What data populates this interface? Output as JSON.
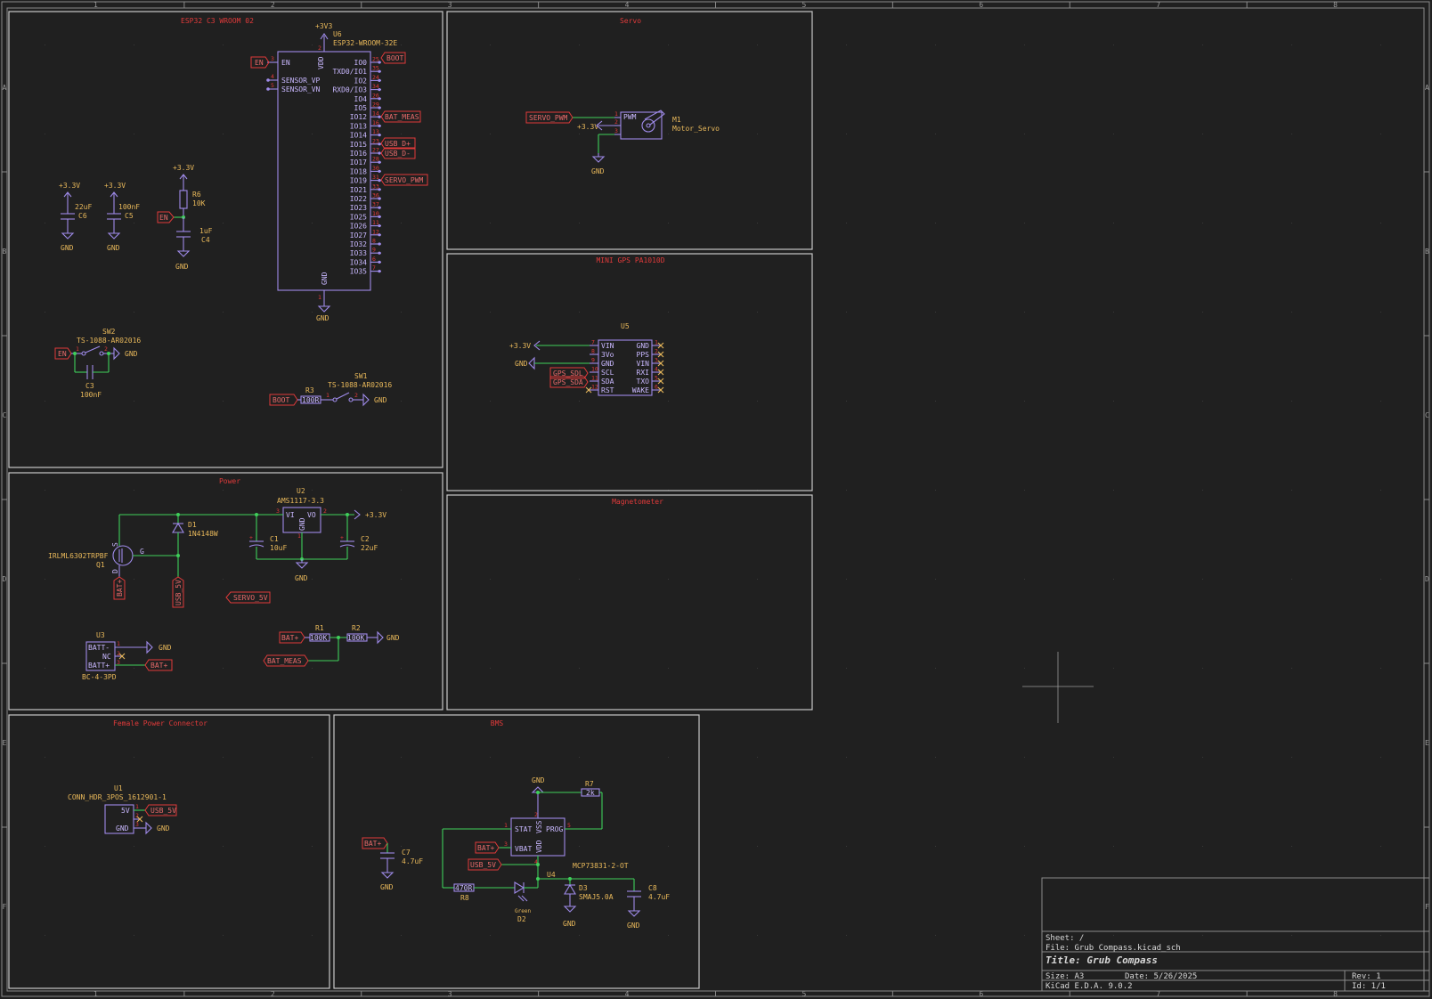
{
  "sheets": [
    {
      "title": "ESP32 C3 WROOM 02"
    },
    {
      "title": "Servo"
    },
    {
      "title": "MINI GPS PA1010D"
    },
    {
      "title": "Power"
    },
    {
      "title": "Magnetometer"
    },
    {
      "title": "Female Power Connector"
    },
    {
      "title": "BMS"
    }
  ],
  "frame": {
    "columns": [
      "1",
      "2",
      "3",
      "4",
      "5",
      "6",
      "7",
      "8"
    ],
    "rows": [
      "A",
      "B",
      "C",
      "D",
      "E",
      "F"
    ]
  },
  "esp32": {
    "ref": "U6",
    "value": "ESP32-WROOM-32E",
    "power": "+3V3",
    "gnd": "GND",
    "left_pins": [
      {
        "name": "EN",
        "num": "3"
      },
      {
        "name": "SENSOR_VP",
        "num": "4"
      },
      {
        "name": "SENSOR_VN",
        "num": "5"
      }
    ],
    "top_pin": {
      "name": "VDD",
      "num": "2"
    },
    "bottom_pin": {
      "name": "GND",
      "num": "1"
    },
    "right_pins": [
      {
        "name": "IO0",
        "num": "25"
      },
      {
        "name": "TXD0/IO1",
        "num": "35"
      },
      {
        "name": "IO2",
        "num": "24"
      },
      {
        "name": "RXD0/IO3",
        "num": "34"
      },
      {
        "name": "IO4",
        "num": "26"
      },
      {
        "name": "IO5",
        "num": "29"
      },
      {
        "name": "IO12",
        "num": "14"
      },
      {
        "name": "IO13",
        "num": "16"
      },
      {
        "name": "IO14",
        "num": "13"
      },
      {
        "name": "IO15",
        "num": "23"
      },
      {
        "name": "IO16",
        "num": "27"
      },
      {
        "name": "IO17",
        "num": "28"
      },
      {
        "name": "IO18",
        "num": "30"
      },
      {
        "name": "IO19",
        "num": "31"
      },
      {
        "name": "IO21",
        "num": "33"
      },
      {
        "name": "IO22",
        "num": "36"
      },
      {
        "name": "IO23",
        "num": "37"
      },
      {
        "name": "IO25",
        "num": "10"
      },
      {
        "name": "IO26",
        "num": "11"
      },
      {
        "name": "IO27",
        "num": "12"
      },
      {
        "name": "IO32",
        "num": "8"
      },
      {
        "name": "IO33",
        "num": "9"
      },
      {
        "name": "IO34",
        "num": "6"
      },
      {
        "name": "IO35",
        "num": "7"
      }
    ],
    "labels": {
      "en": "EN",
      "boot": "BOOT",
      "bat_meas": "BAT_MEAS",
      "usb_dp": "USB_D+",
      "usb_dm": "USB_D-",
      "servo_pwm": "SERVO_PWM"
    },
    "caps": [
      {
        "ref": "C6",
        "value": "22uF",
        "power": "+3.3V",
        "gnd": "GND"
      },
      {
        "ref": "C5",
        "value": "100nF",
        "power": "+3.3V",
        "gnd": "GND"
      },
      {
        "ref": "C4",
        "value": "1uF",
        "gnd": "GND"
      }
    ],
    "r6": {
      "ref": "R6",
      "value": "10K",
      "power": "+3.3V"
    },
    "sw2": {
      "ref": "SW2",
      "value": "TS-1088-AR02016",
      "label": "EN",
      "gnd": "GND",
      "cap_ref": "C3",
      "cap_value": "100nF",
      "pin1": "1",
      "pin2": "2"
    },
    "sw1": {
      "ref": "SW1",
      "value": "TS-1088-AR02016",
      "label": "BOOT",
      "r_ref": "R3",
      "r_value": "100R",
      "gnd": "GND",
      "pin1": "1",
      "pin2": "2"
    }
  },
  "servo": {
    "ref": "M1",
    "value": "Motor_Servo",
    "pwm_label": "SERVO_PWM",
    "power": "+3.3V",
    "gnd": "GND",
    "pin_pwm": "PWM",
    "pins": [
      "1",
      "2",
      "3"
    ]
  },
  "gps": {
    "ref": "U5",
    "power": "+3.3V",
    "gnd": "GND",
    "left_pins": [
      {
        "name": "VIN",
        "num": "7"
      },
      {
        "name": "3Vo",
        "num": "8"
      },
      {
        "name": "GND",
        "num": "9"
      },
      {
        "name": "SCL",
        "num": "10"
      },
      {
        "name": "SDA",
        "num": "11"
      },
      {
        "name": "RST",
        "num": "12"
      }
    ],
    "right_pins": [
      {
        "name": "GND",
        "num": "1"
      },
      {
        "name": "PPS",
        "num": "2"
      },
      {
        "name": "VIN",
        "num": "3"
      },
      {
        "name": "RXI",
        "num": "4"
      },
      {
        "name": "TXO",
        "num": "5"
      },
      {
        "name": "WAKE",
        "num": "6"
      }
    ],
    "labels": {
      "scl": "GPS_SDL",
      "sda": "GPS_SDA"
    }
  },
  "power": {
    "u2": {
      "ref": "U2",
      "value": "AMS1117-3.3",
      "vi": "VI",
      "vo": "VO",
      "gnd": "GND",
      "pin_vi": "3",
      "pin_vo": "2",
      "pin_gnd": "1"
    },
    "d1": {
      "ref": "D1",
      "value": "1N4148W"
    },
    "q1": {
      "ref": "Q1",
      "value": "IRLML6302TRPBF",
      "g": "G",
      "d": "D",
      "s": "S"
    },
    "c1": {
      "ref": "C1",
      "value": "10uF"
    },
    "c2": {
      "ref": "C2",
      "value": "22uF"
    },
    "out": "+3.3V",
    "gnd": "GND",
    "bat_label": "BAT+",
    "usb_label": "USB_5V",
    "servo_label": "SERVO_5V",
    "u3": {
      "ref": "U3",
      "value": "BC-4-3PD",
      "pins": [
        {
          "name": "BATT-",
          "num": "1"
        },
        {
          "name": "NC",
          "num": "2"
        },
        {
          "name": "BATT+",
          "num": "3"
        }
      ],
      "gnd": "GND",
      "bat": "BAT+"
    },
    "r1": {
      "ref": "R1",
      "value": "100K"
    },
    "r2": {
      "ref": "R2",
      "value": "100K"
    },
    "divider_bat": "BAT+",
    "divider_gnd": "GND",
    "bat_meas": "BAT_MEAS"
  },
  "connector": {
    "ref": "U1",
    "value": "CONN_HDR_3POS_1612901-1",
    "pins": [
      {
        "name": "5V",
        "num": "1"
      },
      {
        "name": "",
        "num": "2"
      },
      {
        "name": "GND",
        "num": "3"
      }
    ],
    "usb": "USB_5V",
    "gnd": "GND"
  },
  "bms": {
    "u4": {
      "ref": "U4",
      "value": "MCP73831-2-OT",
      "stat": "STAT",
      "vss": "VSS",
      "prog": "PROG",
      "vbat": "VBAT",
      "vdd": "VDD",
      "pins": {
        "stat": "1",
        "vss": "2",
        "vbat": "3",
        "vdd": "4",
        "prog": "5"
      }
    },
    "r7": {
      "ref": "R7",
      "value": "2k"
    },
    "r8": {
      "ref": "R8",
      "value": "470R"
    },
    "d2": {
      "ref": "D2",
      "value": "Green"
    },
    "d3": {
      "ref": "D3",
      "value": "SMAJ5.0A"
    },
    "c7": {
      "ref": "C7",
      "value": "4.7uF"
    },
    "c8": {
      "ref": "C8",
      "value": "4.7uF"
    },
    "gnd": "GND",
    "bat": "BAT+",
    "usb": "USB_5V"
  },
  "titleblock": {
    "sheet": "Sheet: /",
    "file": "File: Grub Compass.kicad_sch",
    "title": "Title: Grub Compass",
    "size": "Size: A3",
    "date": "Date: 5/26/2025",
    "rev": "Rev: 1",
    "kicad": "KiCad E.D.A. 9.0.2",
    "id": "Id: 1/1"
  }
}
